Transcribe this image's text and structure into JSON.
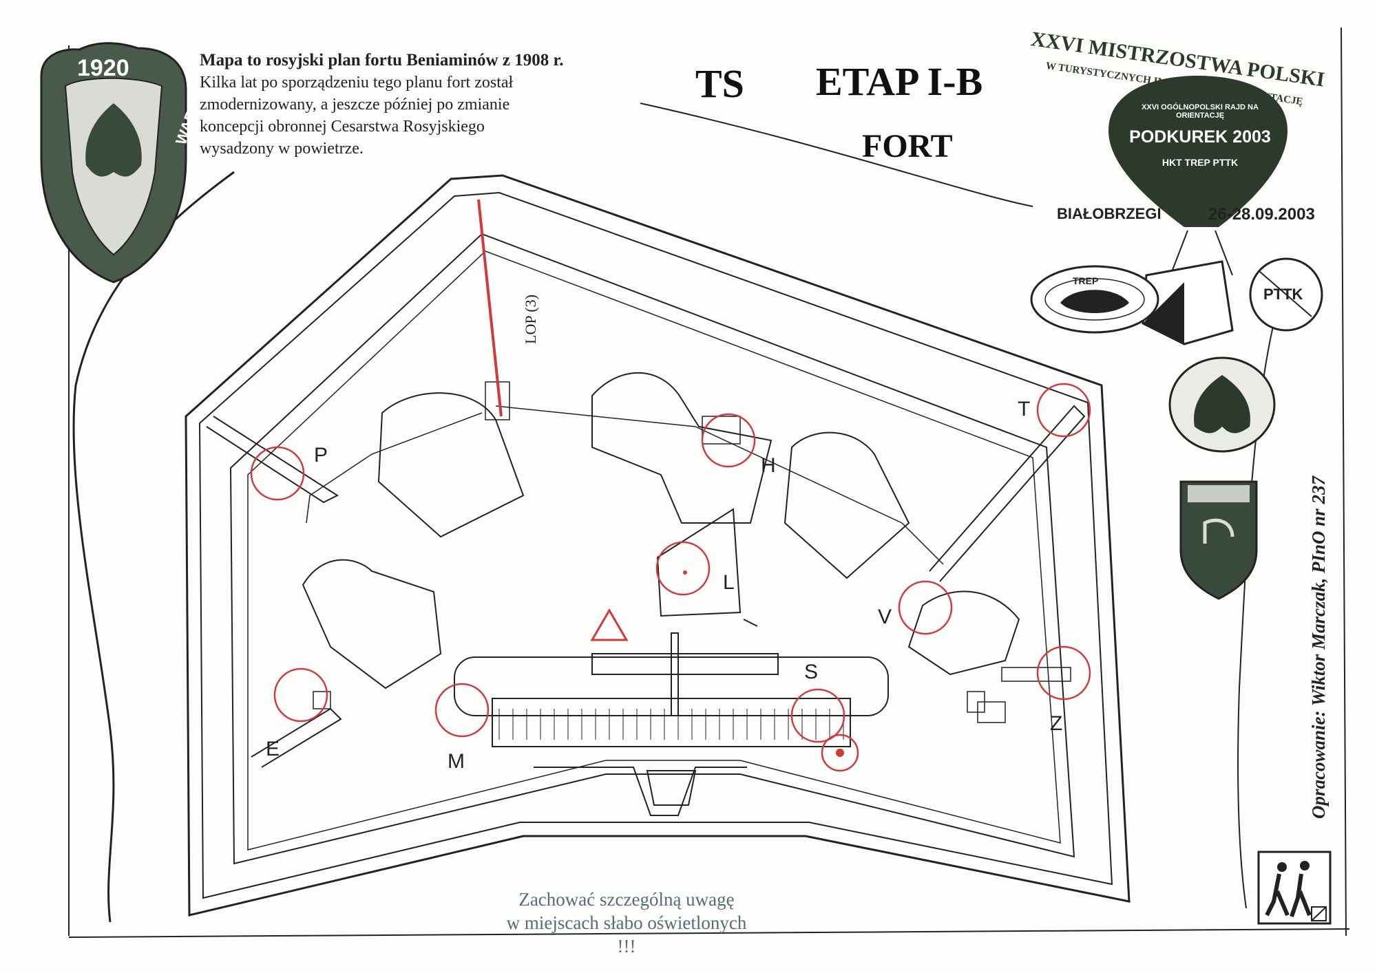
{
  "header": {
    "ts": "TS",
    "etap": "ETAP I-B",
    "fort": "FORT"
  },
  "description": {
    "lead": "Mapa to rosyjski plan fortu Beniaminów z 1908 r.",
    "lines": [
      "Kilka lat po sporządzeniu tego planu fort został",
      "zmodernizowany, a jeszcze później po zmianie",
      "koncepcji obronnej Cesarstwa Rosyjskiego",
      "wysadzony w powietrze."
    ]
  },
  "badge_left": {
    "year": "1920",
    "arc_left": "BITWA",
    "arc_right": "WARSZAWSKA"
  },
  "event_logo": {
    "arc_top": "XXVI MISTRZOSTWA POLSKI",
    "arc_sub": "W TURYSTYCZNYCH IMPREZACH NA ORIENTACJĘ",
    "rally": "XXVI OGÓLNOPOLSKI RAJD NA ORIENTACJĘ",
    "name": "PODKUREK 2003",
    "org": "HKT TREP PTTK",
    "place": "BIAŁOBRZEGI",
    "dates": "26-28.09.2003",
    "trep": "TREP",
    "pttk": "PTTK"
  },
  "map": {
    "route_label": "LOP (3)",
    "controls": [
      {
        "id": "P",
        "label": "P"
      },
      {
        "id": "H",
        "label": "H"
      },
      {
        "id": "T",
        "label": "T"
      },
      {
        "id": "L",
        "label": "L"
      },
      {
        "id": "V",
        "label": "V"
      },
      {
        "id": "S",
        "label": "S"
      },
      {
        "id": "E",
        "label": "E"
      },
      {
        "id": "M",
        "label": "M"
      },
      {
        "id": "Z",
        "label": "Z"
      }
    ]
  },
  "footer": {
    "warning_line1": "Zachować szczególną uwagę",
    "warning_line2": "w miejscach słabo oświetlonych !!!",
    "credit": "Opracowanie: Wiktor Marczak, PInO nr 237"
  },
  "colors": {
    "ink": "#1a1a1a",
    "control": "#d03a3a",
    "logo": "#2c3a2c",
    "warning": "#5a6a78"
  }
}
